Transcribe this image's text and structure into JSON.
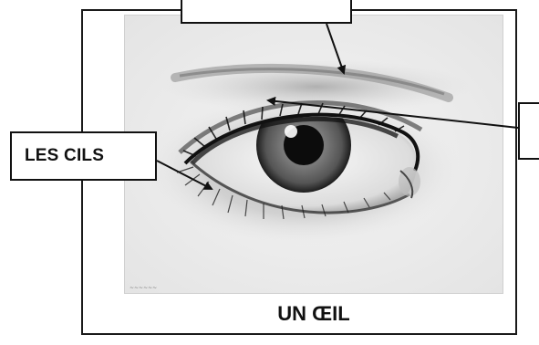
{
  "labels": {
    "eyelashes": "LES CILS",
    "caption": "UN ŒIL",
    "top_box_text": "",
    "right_box_text": ""
  },
  "image": {
    "subject": "pencil-drawing-of-eye"
  },
  "colors": {
    "ink": "#111111",
    "frame": "#1a1a1a",
    "paper": "#ffffff"
  }
}
